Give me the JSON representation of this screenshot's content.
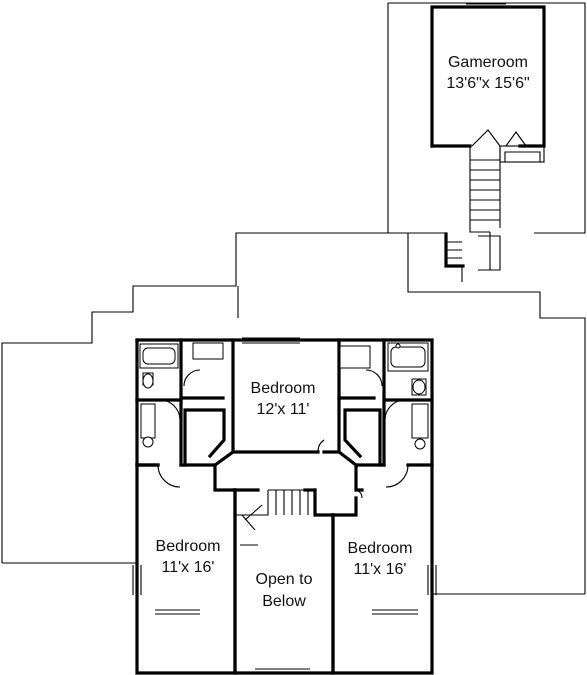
{
  "rooms": {
    "gameroom": {
      "name": "Gameroom",
      "dims": "13'6\"x 15'6\""
    },
    "bedroom_top": {
      "name": "Bedroom",
      "dims": "12'x 11'"
    },
    "bedroom_left": {
      "name": "Bedroom",
      "dims": "11'x 16'"
    },
    "bedroom_right": {
      "name": "Bedroom",
      "dims": "11'x 16'"
    },
    "open_below": {
      "line1": "Open to",
      "line2": "Below"
    }
  }
}
